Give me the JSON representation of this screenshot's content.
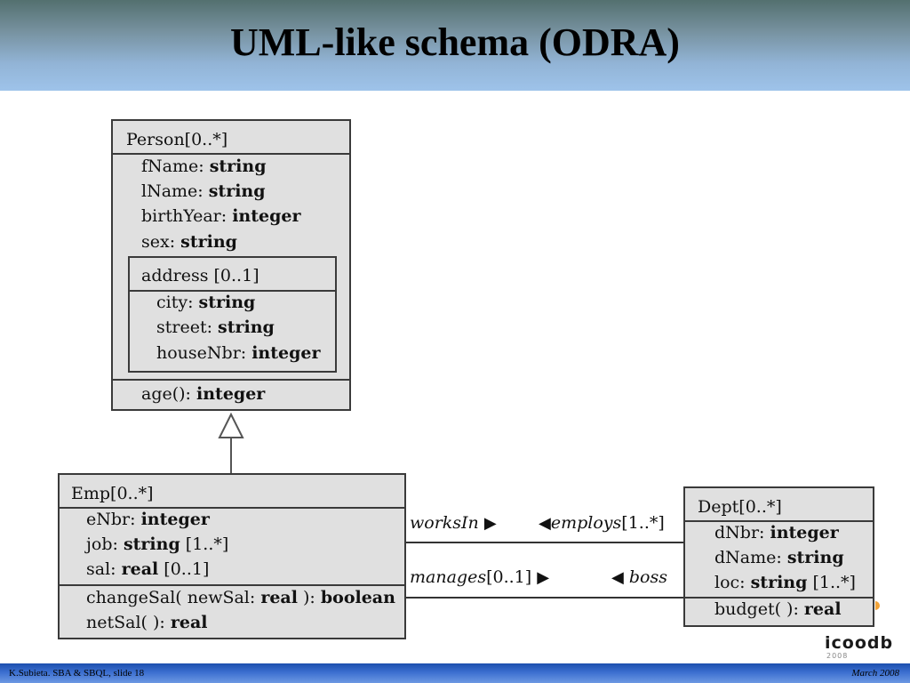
{
  "slide": {
    "title": "UML-like schema (ODRA)",
    "footer_left": "K.Subieta. SBA & SBQL, slide 18",
    "footer_right": "March 2008"
  },
  "person": {
    "header": "Person[0..*]",
    "attrs": [
      {
        "name": "fName: ",
        "type": "string",
        "suffix": ""
      },
      {
        "name": "lName: ",
        "type": "string",
        "suffix": ""
      },
      {
        "name": "birthYear: ",
        "type": "integer",
        "suffix": ""
      },
      {
        "name": "sex: ",
        "type": "string",
        "suffix": ""
      }
    ],
    "address": {
      "header": "address [0..1]",
      "attrs": [
        {
          "name": "city: ",
          "type": "string",
          "suffix": ""
        },
        {
          "name": "street: ",
          "type": "string",
          "suffix": ""
        },
        {
          "name": "houseNbr: ",
          "type": "integer",
          "suffix": ""
        }
      ]
    },
    "methods": [
      {
        "name": "age(): ",
        "type": "integer",
        "suffix": ""
      }
    ]
  },
  "emp": {
    "header": "Emp[0..*]",
    "attrs": [
      {
        "name": "eNbr: ",
        "type": "integer",
        "suffix": ""
      },
      {
        "name": "job: ",
        "type": "string",
        "suffix": " [1..*]"
      },
      {
        "name": "sal: ",
        "type": "real",
        "suffix": " [0..1]"
      }
    ],
    "methods": [
      {
        "pre": "changeSal( newSal: ",
        "b1": "real",
        "mid": " ): ",
        "b2": "boolean"
      },
      {
        "pre": "netSal( ): ",
        "b1": "real",
        "mid": "",
        "b2": ""
      }
    ]
  },
  "dept": {
    "header": "Dept[0..*]",
    "attrs": [
      {
        "name": "dNbr: ",
        "type": "integer",
        "suffix": ""
      },
      {
        "name": "dName: ",
        "type": "string",
        "suffix": ""
      },
      {
        "name": "loc: ",
        "type": "string",
        "suffix": " [1..*]"
      }
    ],
    "methods": [
      {
        "name": "budget( ): ",
        "type": "real",
        "suffix": ""
      }
    ]
  },
  "associations": {
    "worksIn": {
      "name": "worksIn",
      "mult": "",
      "arrow": "▶"
    },
    "employs": {
      "arrow": "◀",
      "name": "employs",
      "mult": "[1..*]"
    },
    "manages": {
      "name": "manages",
      "mult": "[0..1]",
      "arrow": "▶"
    },
    "boss": {
      "arrow": "◀",
      "name": "boss",
      "mult": ""
    }
  },
  "logo": {
    "word": "icoodb",
    "year": "2008"
  },
  "colors": {
    "class_fill": "#e0e0e0",
    "class_border": "#3a3a3a",
    "header_gradient_top": "#53706f",
    "header_gradient_bottom": "#9ec3ea",
    "footer_blue": "#1d4fae"
  }
}
